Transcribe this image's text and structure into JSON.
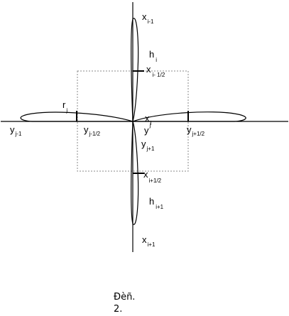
{
  "labels": {
    "x_im1": {
      "main": "x",
      "sub": "i-1"
    },
    "h_i": {
      "main": "h",
      "sub": "i"
    },
    "x_imh": {
      "main": "x",
      "sub": "i- 1/2"
    },
    "r_j": {
      "main": "r",
      "sub": "j"
    },
    "x_i": {
      "main": "x",
      "sub": "i"
    },
    "y_jm1": {
      "main": "y",
      "sub": "j-1"
    },
    "y_jmh": {
      "main": "y",
      "sub": "j-1/2"
    },
    "y_j": {
      "main": "y",
      "sub": "j"
    },
    "y_jph": {
      "main": "y",
      "sub": "j+1/2"
    },
    "y_jp1": {
      "main": "y",
      "sub": "j+1"
    },
    "x_iph": {
      "main": "x",
      "sub": "i+1/2"
    },
    "h_ip1": {
      "main": "h",
      "sub": "i+1"
    },
    "x_ip1": {
      "main": "x",
      "sub": "i+1"
    }
  },
  "caption": {
    "line1": "Ðèñ.",
    "line2": "2."
  },
  "colors": {
    "line": "#000000",
    "dashed": "#888888"
  }
}
